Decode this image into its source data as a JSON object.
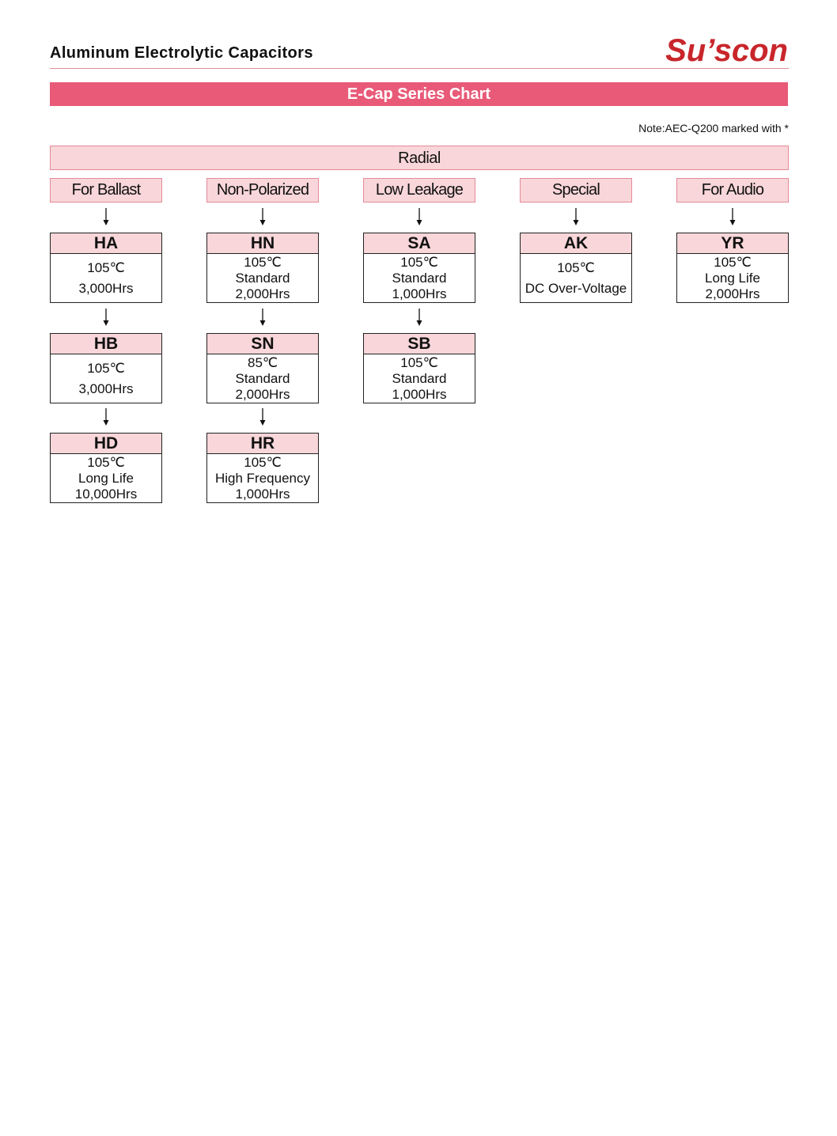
{
  "header": {
    "title": "Aluminum Electrolytic Capacitors",
    "logo": "Su’scon"
  },
  "banner": "E-Cap Series Chart",
  "note": "Note:AEC-Q200 marked with *",
  "group": "Radial",
  "colors": {
    "banner": "#e85a78",
    "light": "#f8d6d9",
    "logo": "#c8262b"
  },
  "columns": [
    {
      "category": "For Ballast",
      "series": [
        {
          "code": "HA",
          "lines": [
            "105℃",
            "3,000Hrs"
          ]
        },
        {
          "code": "HB",
          "lines": [
            "105℃",
            "3,000Hrs"
          ]
        },
        {
          "code": "HD",
          "lines": [
            "105℃",
            "Long Life",
            "10,000Hrs"
          ]
        }
      ]
    },
    {
      "category": "Non-Polarized",
      "series": [
        {
          "code": "HN",
          "lines": [
            "105℃",
            "Standard",
            "2,000Hrs"
          ]
        },
        {
          "code": "SN",
          "lines": [
            "85℃",
            "Standard",
            "2,000Hrs"
          ]
        },
        {
          "code": "HR",
          "lines": [
            "105℃",
            "High Frequency",
            "1,000Hrs"
          ]
        }
      ]
    },
    {
      "category": "Low Leakage",
      "series": [
        {
          "code": "SA",
          "lines": [
            "105℃",
            "Standard",
            "1,000Hrs"
          ]
        },
        {
          "code": "SB",
          "lines": [
            "105℃",
            "Standard",
            "1,000Hrs"
          ]
        }
      ]
    },
    {
      "category": "Special",
      "series": [
        {
          "code": "AK",
          "lines": [
            "105℃",
            "DC Over-Voltage"
          ]
        }
      ]
    },
    {
      "category": "For Audio",
      "series": [
        {
          "code": "YR",
          "lines": [
            "105℃",
            "Long Life",
            "2,000Hrs"
          ]
        }
      ]
    }
  ]
}
